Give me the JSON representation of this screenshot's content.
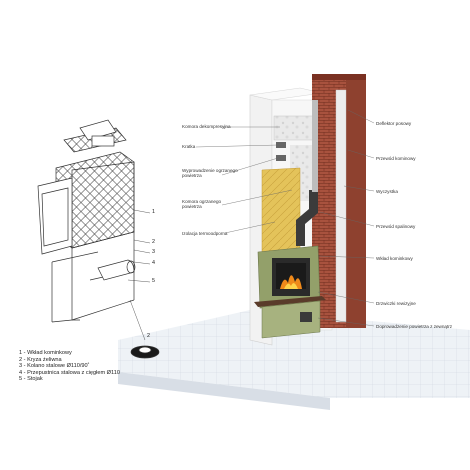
{
  "legend": {
    "items": [
      "1 - Wkład kominkowy",
      "2 - Kryza żeliwna",
      "3 - Kolano stalowe Ø110/90˚",
      "4 - Przepustnica stalowa z cięgłem Ø110",
      "5 - Stojak"
    ]
  },
  "callouts": {
    "numbers": [
      "1",
      "2",
      "3",
      "4",
      "5",
      "2"
    ]
  },
  "labels_left": {
    "komora_dekompresyjna": "Komora dekompresyjna",
    "kratka": "Kratka",
    "wyprowadzenie": "Wyprowadzenie ogrzanego powietrza",
    "komora_ogrzanego": "Komora ogrzanego powietrza",
    "izolacja": "Izolacja termoodporna"
  },
  "labels_right": {
    "deflektor": "Deflektor posowy",
    "przewod_kominowy": "Przewód kominowy",
    "wyczystka": "Wyczystka",
    "przewod_spalinowy": "Przewód spalinowy",
    "wklad_kominkowy": "Wkład kominkowy",
    "drzwiczki": "Drzwiczki rewizyjne",
    "doprowadzenie": "Doprowadzenie powietrza z zewnątrz"
  },
  "colors": {
    "brick": "#a8523e",
    "brick_dark": "#7d3526",
    "insulation": "#e4c35a",
    "panel": "#f4f4f4",
    "cladding": "#93a06a",
    "tile": "#eef2f6",
    "line": "#555555",
    "fire": "#f08a1a"
  }
}
